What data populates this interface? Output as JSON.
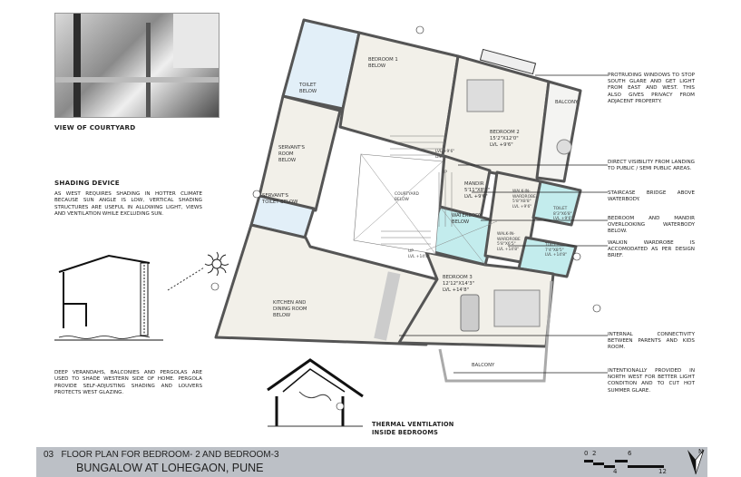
{
  "sheet": {
    "number": "03",
    "title": "FLOOR PLAN FOR BEDROOM- 2 AND BEDROOM-3",
    "project": "BUNGALOW AT LOHEGAON, PUNE"
  },
  "left": {
    "photo_caption": "VIEW OF COURTYARD",
    "shading_heading": "SHADING DEVICE",
    "shading_text": "AS WEST REQUIRES SHADING IN HOTTER CLIMATE BECAUSE SUN ANGLE IS LOW, VERTICAL SHADING STRUCTURES ARE USEFUL IN ALLOWING LIGHT, VIEWS AND VENTILATION WHILE EXCLUDING SUN.",
    "veranda_text": "DEEP VERANDAHS, BALCONIES AND PERGOLAS ARE USED TO SHADE WESTERN SIDE OF HOME. PERGOLA PROVIDE SELF-ADJUSTING SHADING AND LOUVERS PROTECTS WEST GLAZING.",
    "thermal_caption_1": "THERMAL VENTILATION",
    "thermal_caption_2": "INSIDE BEDROOMS"
  },
  "annotations": [
    "PROTRUDING WINDOWS TO STOP SOUTH GLARE AND GET LIGHT FROM EAST AND WEST. THIS ALSO GIVES PRIVACY FROM ADJACENT PROPERTY.",
    "DIRECT VISIBILITY FROM LANDING TO PUBLIC / SEMI PUBLIC AREAS.",
    "STAIRCASE BRIDGE ABOVE WATERBODY.",
    "BEDROOM AND MANDIR OVERLOOKING WATERBODY BELOW.",
    "WALKIN WARDROBE IS ACCOMODATED AS PER DESIGN BRIEF.",
    "INTERNAL CONNECTIVITY BETWEEN PARENTS AND KIDS ROOM.",
    "INTENTIONALLY PROVIDED IN NORTH WEST FOR BETTER LIGHT CONDITION AND TO CUT HOT SUMMER GLARE."
  ],
  "rooms": {
    "toilet_below": [
      "TOILET",
      "BELOW"
    ],
    "bedroom1": [
      "BEDROOM 1",
      "BELOW"
    ],
    "servant_room": [
      "SERVANT'S",
      "ROOM",
      "BELOW"
    ],
    "servant_toilet": [
      "SERVANT'S",
      "TOILET BELOW"
    ],
    "courtyard": [
      "COURTYARD",
      "BELOW"
    ],
    "kitchen": [
      "KITCHEN AND",
      "DINING ROOM",
      "BELOW"
    ],
    "bedroom2": [
      "BEDROOM 2",
      "15'2\"X12'0\"",
      "LVL +9'6\""
    ],
    "bedroom3": [
      "BEDROOM 3",
      "12'12\"X14'3\"",
      "LVL +14'8\""
    ],
    "mandir": [
      "MANDIR",
      "5'11\"X8'8\"",
      "LVL +9'6\""
    ],
    "waterbody": [
      "WATERBODY",
      "BELOW"
    ],
    "wardrobe1": [
      "WALK-IN-",
      "WARDROBE",
      "5'8\"X8'8\"",
      "LVL +9'6\""
    ],
    "wardrobe2": [
      "WALK-IN-",
      "WARDROBE",
      "5'8\"X6'5\"",
      "LVL +14'8\""
    ],
    "toilet1": [
      "TOILET",
      "8'3\"X6'8\"",
      "LVL +9'6\""
    ],
    "toilet2": [
      "TOILET",
      "7'4\"X8'5\"",
      "LVL +14'8\""
    ],
    "balcony_upper": "BALCONY",
    "balcony_lower": "BALCONY",
    "stair1": [
      "LVL +9'6\"",
      "DN"
    ],
    "stair2": "UP",
    "stair3": [
      "UP",
      "LVL +14'8\""
    ]
  },
  "scale_bar": {
    "ticks_top": [
      "0",
      "2",
      "6"
    ],
    "ticks_bottom": [
      "4",
      "12"
    ],
    "north": "N"
  },
  "colors": {
    "room": "#f2f0e9",
    "toilet": "#e2eff8",
    "water": "#c3eced",
    "titlebar": "#bcc0c6",
    "wall": "#555555"
  }
}
